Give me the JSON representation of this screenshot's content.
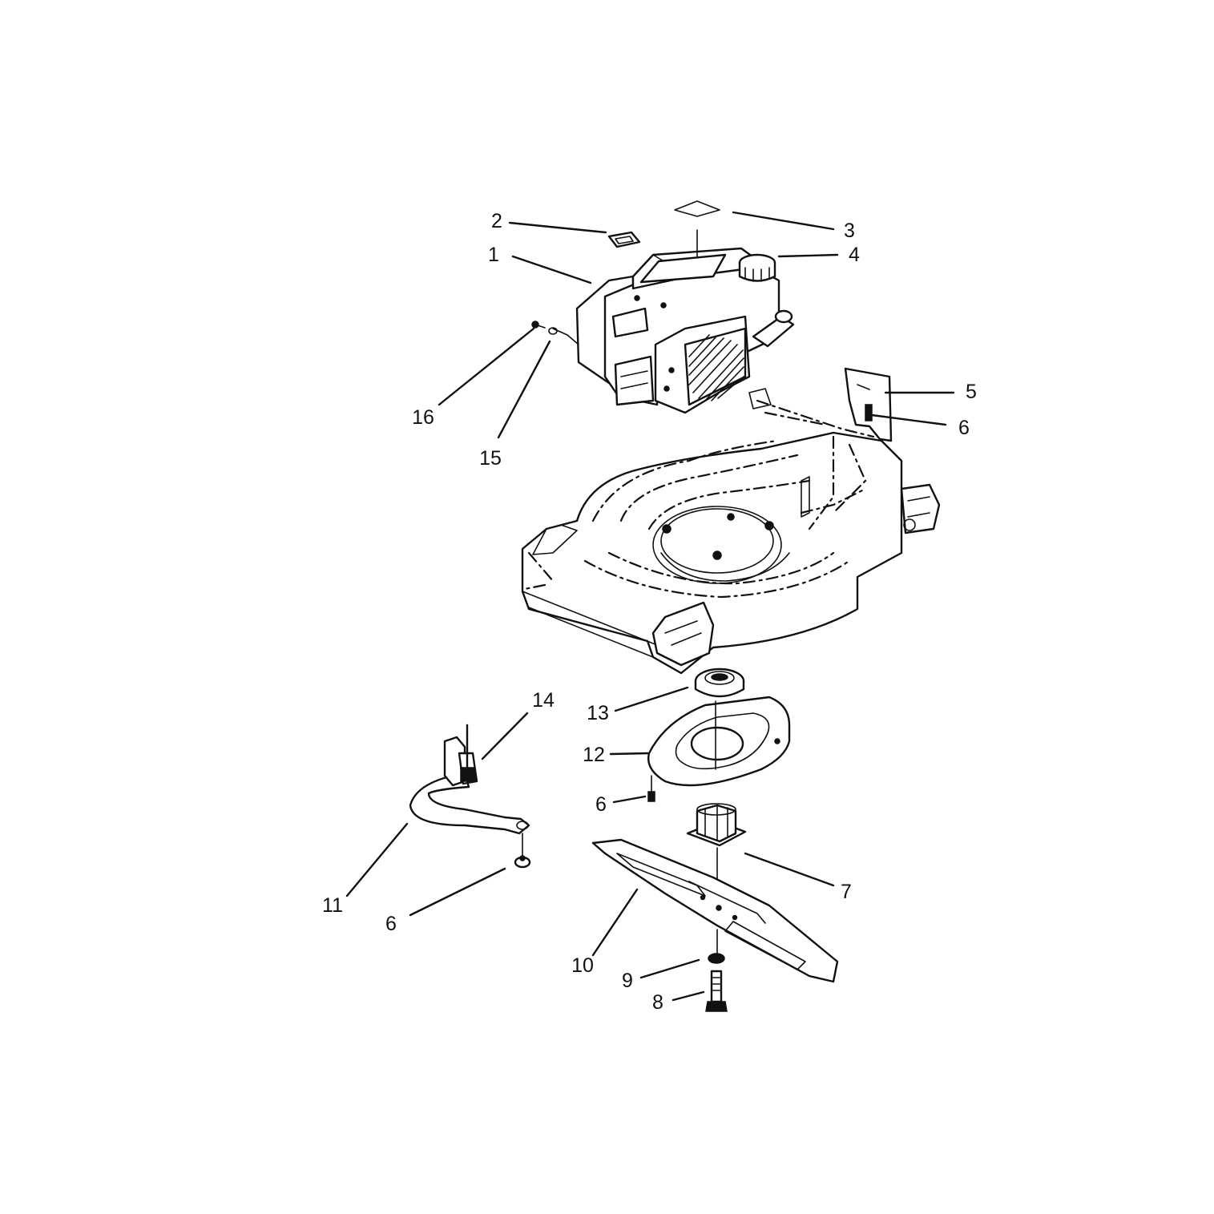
{
  "callouts": [
    {
      "id": "1",
      "text": "1"
    },
    {
      "id": "2",
      "text": "2"
    },
    {
      "id": "3",
      "text": "3"
    },
    {
      "id": "4",
      "text": "4"
    },
    {
      "id": "5",
      "text": "5"
    },
    {
      "id": "6a",
      "text": "6"
    },
    {
      "id": "6b",
      "text": "6"
    },
    {
      "id": "6c",
      "text": "6"
    },
    {
      "id": "7",
      "text": "7"
    },
    {
      "id": "8",
      "text": "8"
    },
    {
      "id": "9",
      "text": "9"
    },
    {
      "id": "10",
      "text": "10"
    },
    {
      "id": "11",
      "text": "11"
    },
    {
      "id": "12",
      "text": "12"
    },
    {
      "id": "13",
      "text": "13"
    },
    {
      "id": "14",
      "text": "14"
    },
    {
      "id": "15",
      "text": "15"
    },
    {
      "id": "16",
      "text": "16"
    }
  ]
}
